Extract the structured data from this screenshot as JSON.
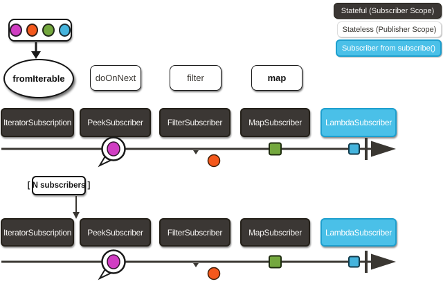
{
  "legend": {
    "stateful_label": "Stateful (Subscriber Scope)",
    "stateless_label": "Stateless (Publisher Scope)",
    "subscribe_label": "Subscriber from subscribe()"
  },
  "source": {
    "operator_label": "fromIterable",
    "marble_colors": [
      "#d13dc3",
      "#f4581c",
      "#74a83e",
      "#45b4dd"
    ]
  },
  "operators": {
    "doOnNext": "doOnNext",
    "filter": "filter",
    "map": "map"
  },
  "n_subscribers_label": "[ N subscribers ]",
  "pipelines": [
    {
      "boxes": [
        {
          "label": "IteratorSubscription",
          "style": "dark"
        },
        {
          "label": "PeekSubscriber",
          "style": "dark"
        },
        {
          "label": "FilterSubscriber",
          "style": "dark"
        },
        {
          "label": "MapSubscriber",
          "style": "dark"
        },
        {
          "label": "LambdaSubscriber",
          "style": "blue"
        }
      ]
    },
    {
      "boxes": [
        {
          "label": "IteratorSubscription",
          "style": "dark"
        },
        {
          "label": "PeekSubscriber",
          "style": "dark"
        },
        {
          "label": "FilterSubscriber",
          "style": "dark"
        },
        {
          "label": "MapSubscriber",
          "style": "dark"
        },
        {
          "label": "LambdaSubscriber",
          "style": "blue"
        }
      ]
    }
  ],
  "colors": {
    "box_dark": "#3b3734",
    "box_blue": "#4ac0e8",
    "timeline": "#3a3732",
    "marble_magenta": "#d13dc3",
    "marble_orange": "#f4581c",
    "marble_green": "#74a83e",
    "marble_blue": "#45b4dd"
  }
}
